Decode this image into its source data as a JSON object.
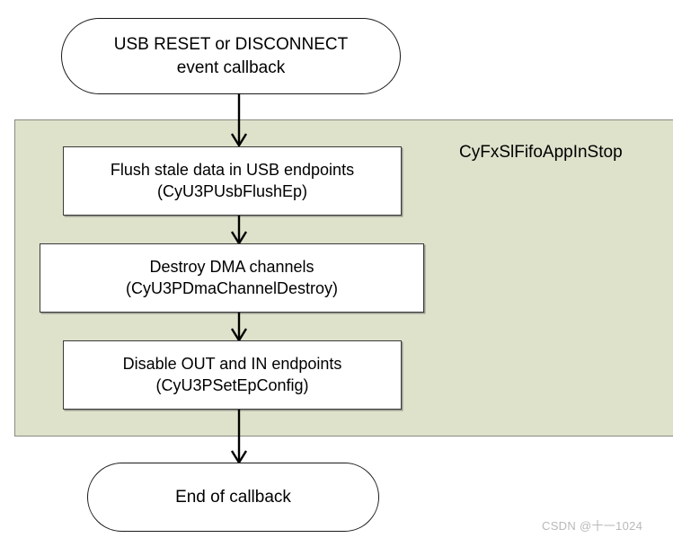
{
  "diagram": {
    "title_node": {
      "line1": "USB RESET or DISCONNECT",
      "line2": "event callback"
    },
    "group": {
      "label": "CyFxSlFifoAppInStop",
      "fill_color": "#dee2cb",
      "border_color": "#8a8a80"
    },
    "steps": [
      {
        "id": "flush-endpoints",
        "line1": "Flush stale data in USB endpoints",
        "line2": "(CyU3PUsbFlushEp)"
      },
      {
        "id": "destroy-dma",
        "line1": "Destroy DMA channels",
        "line2": "(CyU3PDmaChannelDestroy)"
      },
      {
        "id": "disable-endpoints",
        "line1": "Disable OUT and IN endpoints",
        "line2": "(CyU3PSetEpConfig)"
      }
    ],
    "end_node": {
      "line1": "End of callback",
      "line2": ""
    },
    "connectors": [
      {
        "id": "arrow-start-to-flush"
      },
      {
        "id": "arrow-flush-to-destroy"
      },
      {
        "id": "arrow-destroy-to-disable"
      },
      {
        "id": "arrow-disable-to-end"
      }
    ],
    "watermark": "CSDN @十一1024"
  }
}
